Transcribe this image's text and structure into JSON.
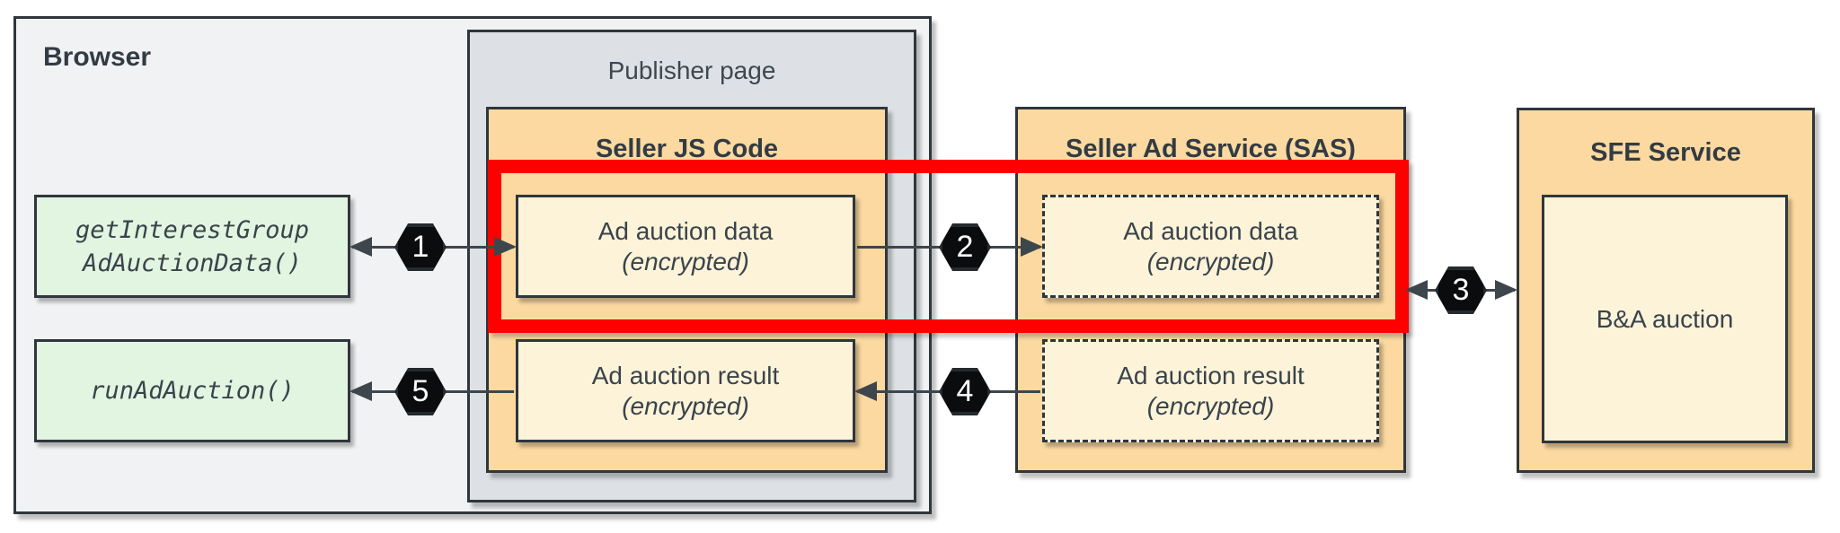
{
  "colors": {
    "highlight_red": "#FF0000",
    "service_orange": "#FBD9A0",
    "payload_cream": "#FCF3D9",
    "api_green": "#E1F5E0",
    "browser_gray": "#F0F2F4",
    "publisher_gray": "#DDE1E5",
    "border_dark": "#2F363C",
    "text_dark": "#3A434B",
    "badge_black": "#0A0C0D",
    "badge_text": "#FFFFFF"
  },
  "browser": {
    "title": "Browser",
    "api_calls": {
      "get_interest_group": {
        "line1": "getInterestGroup",
        "line2": "AdAuctionData()"
      },
      "run_ad_auction": {
        "line1": "runAdAuction()"
      }
    }
  },
  "publisher_page": {
    "title": "Publisher page",
    "seller_js": {
      "title": "Seller JS Code",
      "ad_auction_data": {
        "title": "Ad auction data",
        "subtitle": "(encrypted)"
      },
      "ad_auction_result": {
        "title": "Ad auction result",
        "subtitle": "(encrypted)"
      }
    }
  },
  "seller_ad_service": {
    "title": "Seller Ad Service (SAS)",
    "ad_auction_data": {
      "title": "Ad auction data",
      "subtitle": "(encrypted)"
    },
    "ad_auction_result": {
      "title": "Ad auction result",
      "subtitle": "(encrypted)"
    }
  },
  "sfe_service": {
    "title": "SFE Service",
    "ba_auction": {
      "title": "B&A auction"
    }
  },
  "steps": [
    "1",
    "2",
    "3",
    "4",
    "5"
  ]
}
